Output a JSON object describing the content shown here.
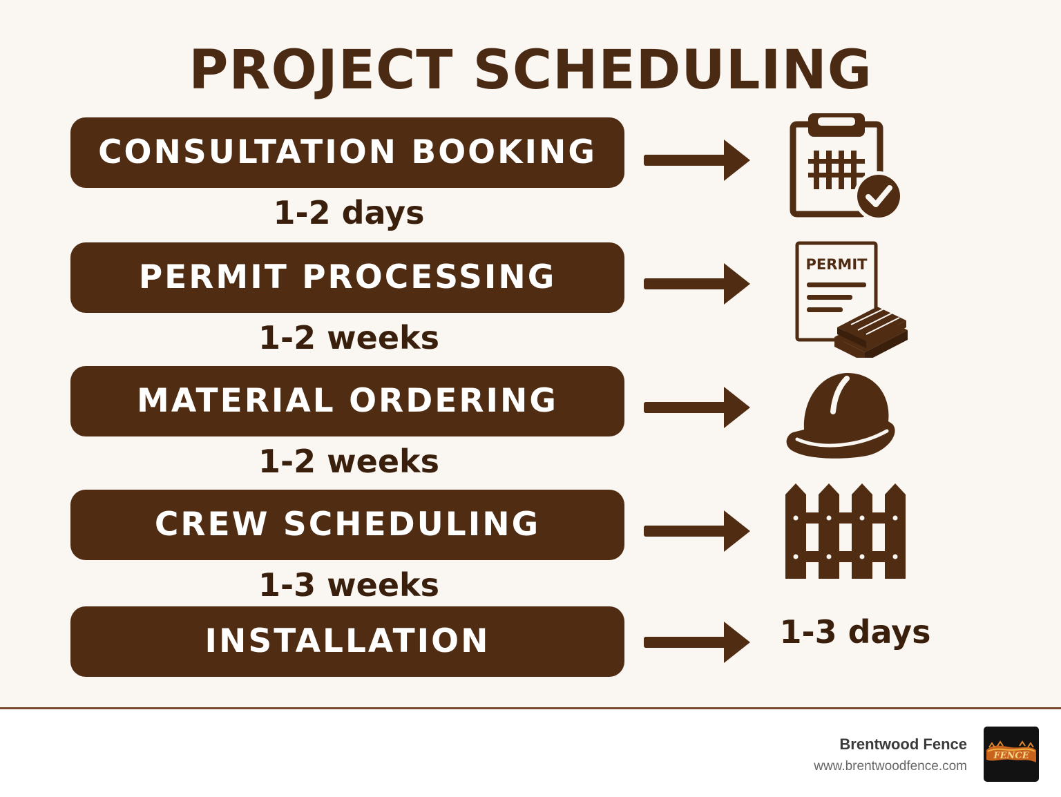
{
  "title": "PROJECT SCHEDULING",
  "steps": [
    {
      "label": "CONSULTATION BOOKING",
      "duration": "1-2 days",
      "icon": "clipboard-calendar-check-icon"
    },
    {
      "label": "PERMIT PROCESSING",
      "duration": "1-2 weeks",
      "icon": "permit-document-lumber-icon",
      "icon_text": "PERMIT"
    },
    {
      "label": "MATERIAL ORDERING",
      "duration": "1-2 weeks",
      "icon": "hard-hat-icon"
    },
    {
      "label": "CREW SCHEDULING",
      "duration": "1-3 weeks",
      "icon": "picket-fence-icon"
    },
    {
      "label": "INSTALLATION",
      "duration": "1-3 days"
    }
  ],
  "footer": {
    "brand_name": "Brentwood Fence",
    "website": "www.brentwoodfence.com",
    "logo_text": "FENCE"
  },
  "colors": {
    "accent": "#4f2c12",
    "title_text": "#4a2a13",
    "background": "#faf6f2",
    "divider": "#7a4a30"
  }
}
